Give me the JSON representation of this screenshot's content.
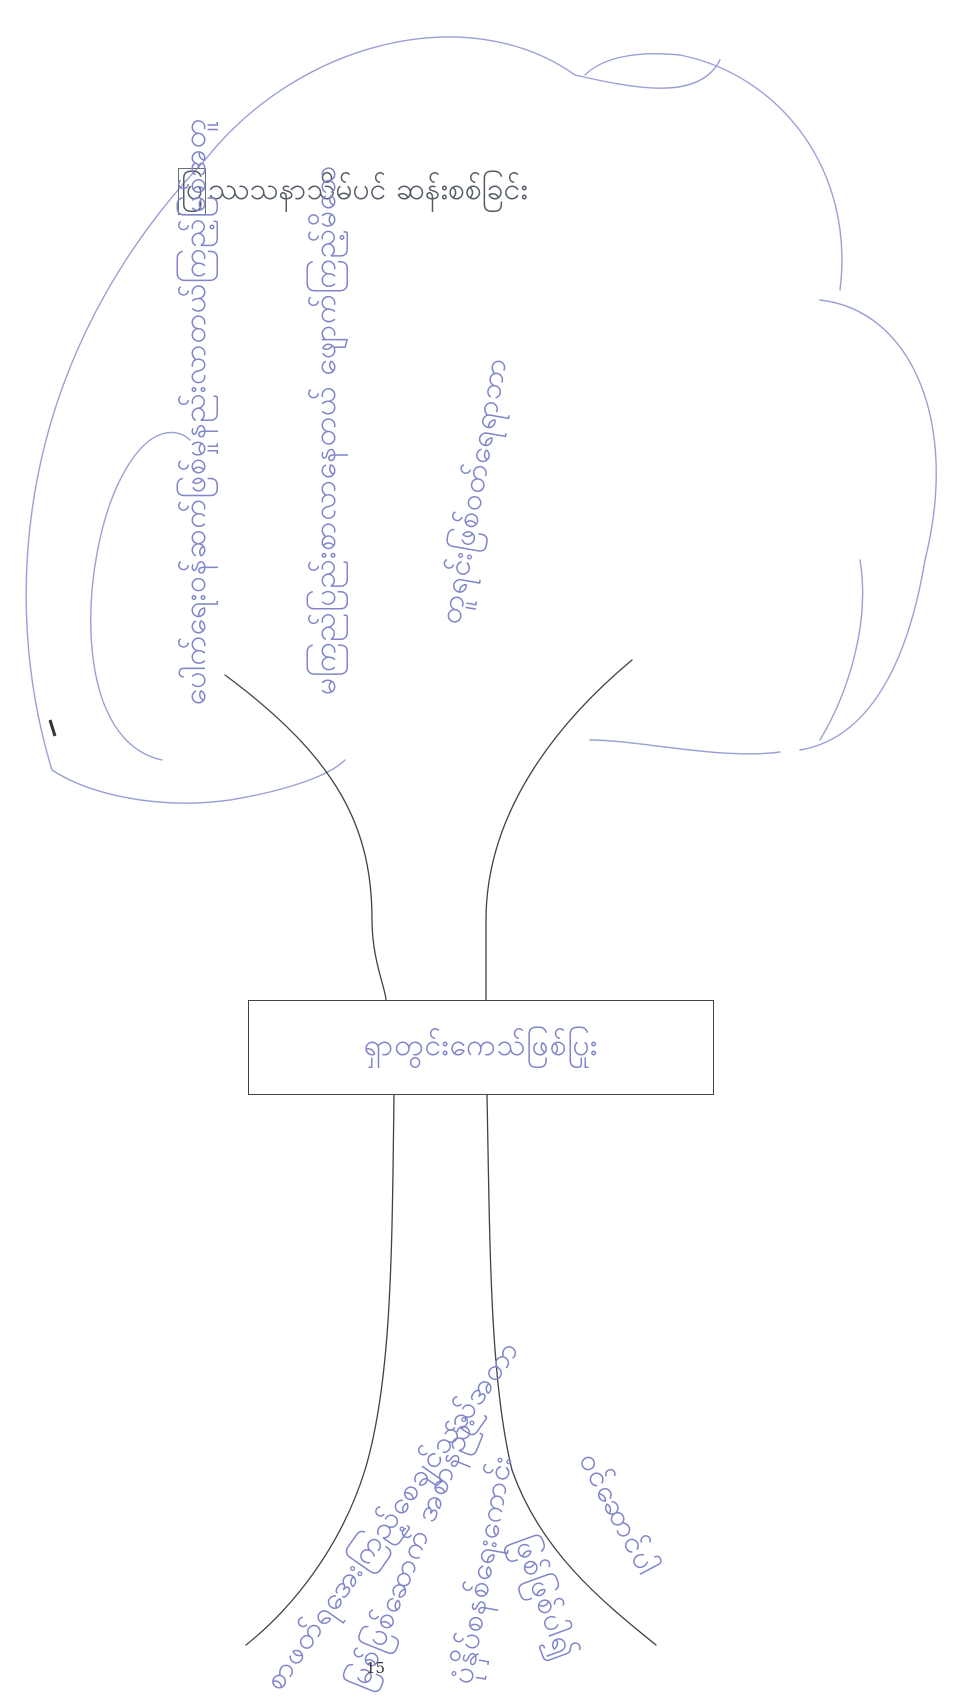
{
  "diagram": {
    "title": {
      "first_char": "ပြ",
      "rest": "ဿသနာသိမ်ပင် ဆန်းစစ်ခြင်း"
    },
    "crown_branches": [
      {
        "text": "ပေါက်ရေးဝန်ဆက်ဖြစ်မှုနည်းလာတယ်ကြည့်မြစ်အတူ"
      },
      {
        "text": "မကြည်ပြည်းစာလာနေတယ် ဖျောက်ကြည့်မိသေ"
      },
      {
        "text": "တူရင်းဖြစ်ဝတ်ရေရာဘာ"
      }
    ],
    "trunk_label": "ရှာတွင်းကေသ်ဖြစ်ပြုး",
    "roots": [
      {
        "text": "စာဖတ်ရအေးကြည့်စေချင်သည်အတာ"
      },
      {
        "text": "မြစ်ပြစ်ဆောက် အစာနည်း"
      },
      {
        "text": "ပုံနှိပ်စနစ်ရေးကောင်း"
      },
      {
        "text": "ဖြစ်ဖြစ်ပါ၍"
      },
      {
        "text": "ဝင်ဆောင်ပါ"
      }
    ],
    "page_number": "15",
    "colors": {
      "ink_blue": "#7f86c9",
      "cloud_outline": "#9aa0d8",
      "trunk_line": "#3f434a",
      "title_ink": "#555c66"
    }
  }
}
